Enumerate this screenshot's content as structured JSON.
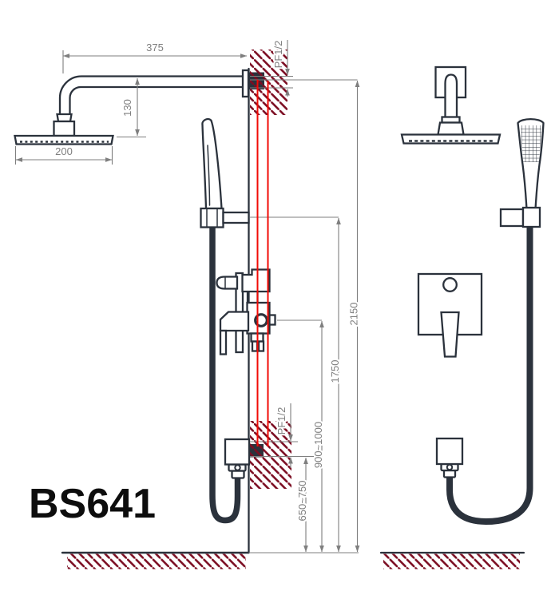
{
  "product": {
    "model": "BS641"
  },
  "colors": {
    "line": "#2b323c",
    "dimension": "#7f7f7f",
    "pipe": "#f20a05",
    "hatch": "#7c0d22",
    "label": "#0d0d0d",
    "background": "#ffffff"
  },
  "dimensions": {
    "arm_length": "375",
    "arm_drop": "130",
    "head_width": "200",
    "top_connection": "PF1/2",
    "overall_height": "2150",
    "hand_shower_height": "1750",
    "mixer_height": "900~1000",
    "outlet_height": "650~750",
    "bottom_connection": "PF1/2"
  }
}
